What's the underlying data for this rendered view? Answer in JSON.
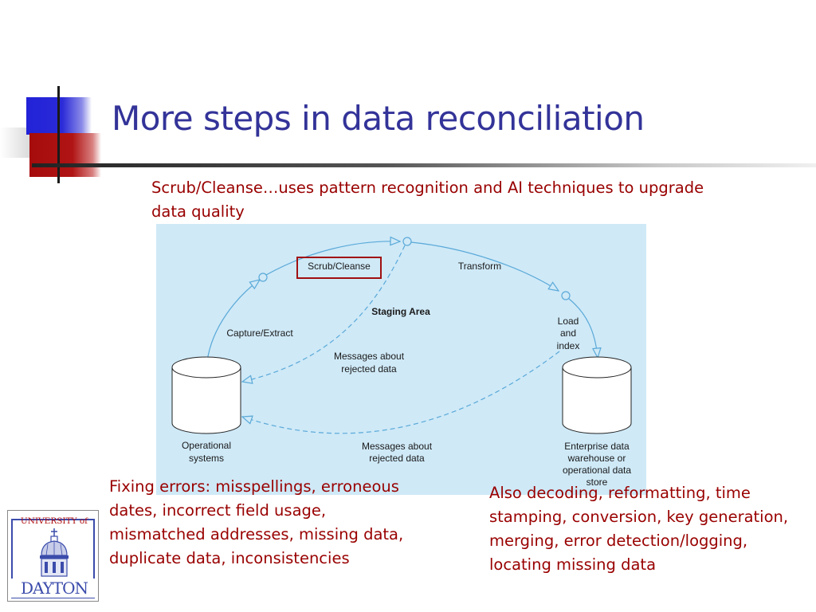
{
  "slide": {
    "title": "More steps in data reconciliation",
    "note_top": "Scrub/Cleanse…uses pattern recognition and AI techniques to upgrade data quality",
    "note_left": "Fixing errors: misspellings, erroneous dates, incorrect field usage, mismatched addresses, missing data, duplicate data, inconsistencies",
    "note_right": "Also decoding, reformatting, time stamping, conversion, key generation, merging, error detection/logging, locating missing data"
  },
  "diagram": {
    "operational": [
      "Operational",
      "systems"
    ],
    "capture": "Capture/Extract",
    "scrub": "Scrub/Cleanse",
    "transform": "Transform",
    "staging": "Staging Area",
    "load": [
      "Load",
      "and",
      "index"
    ],
    "msg_upper": [
      "Messages about",
      "rejected data"
    ],
    "msg_lower": [
      "Messages about",
      "rejected data"
    ],
    "enterprise": [
      "Enterprise data",
      "warehouse or",
      "operational data",
      "store"
    ],
    "colors": {
      "background": "#cfe9f7",
      "line": "#5aa9d8",
      "highlight_box": "#a01010"
    }
  },
  "logo": {
    "top_text": "UNIVERSITY of",
    "bottom_text": "DAYTON"
  },
  "colors": {
    "title": "#333399",
    "note": "#990000"
  }
}
